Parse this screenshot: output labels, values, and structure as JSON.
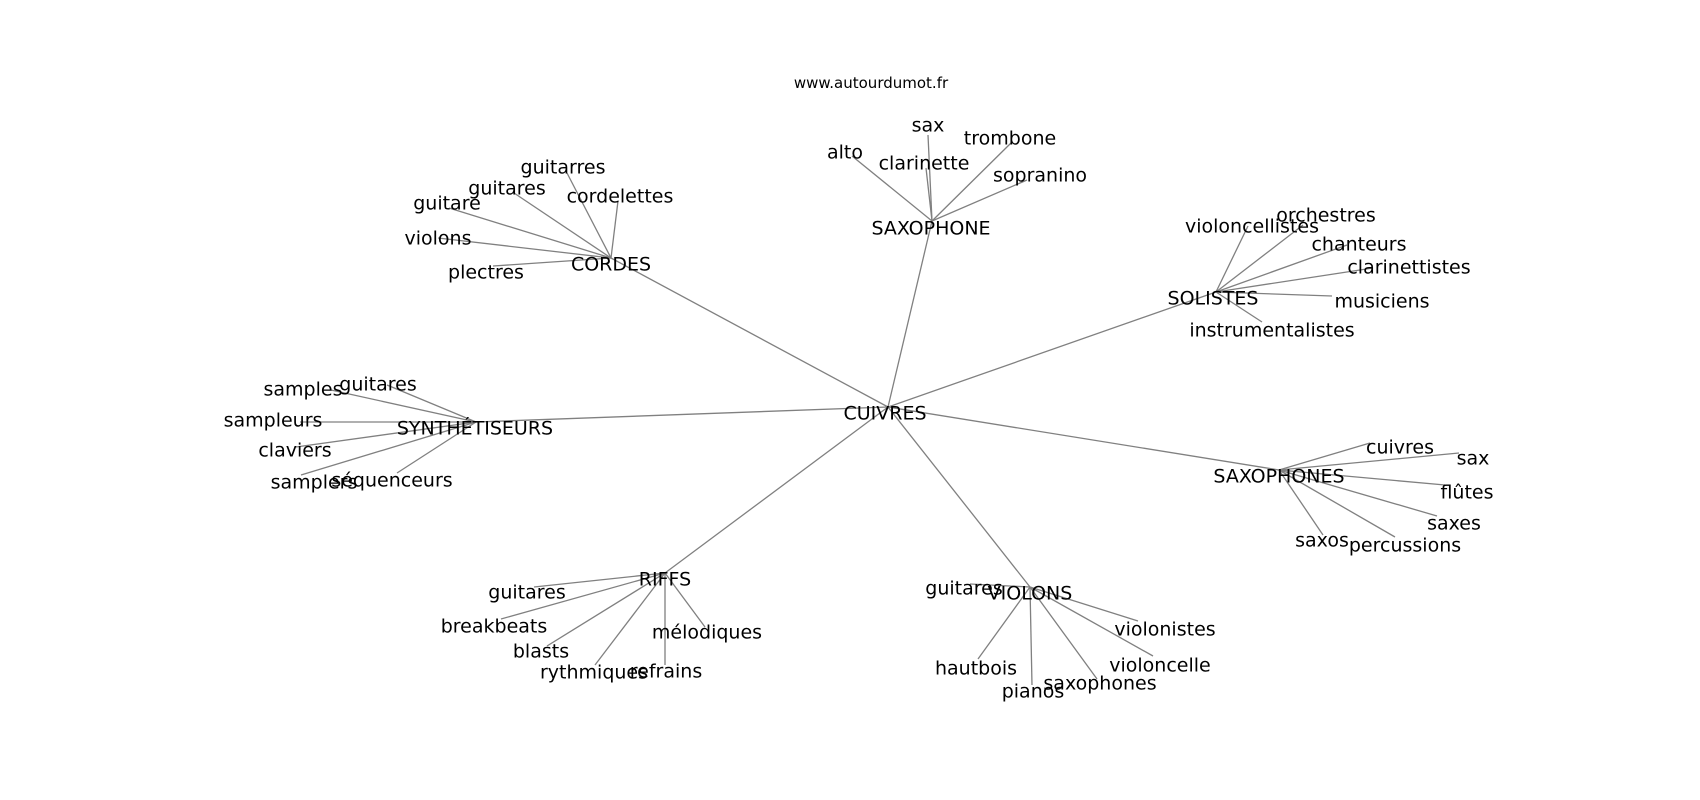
{
  "watermark": "www.autourdumot.fr",
  "colors": {
    "edge": "#808080",
    "text": "#000000",
    "background": "#ffffff"
  },
  "center": "CUIVRES",
  "hubs": [
    {
      "label": "SAXOPHONE",
      "leaves": [
        "sax",
        "alto",
        "clarinette",
        "trombone",
        "sopranino"
      ]
    },
    {
      "label": "CORDES",
      "leaves": [
        "guitarres",
        "guitares",
        "cordelettes",
        "guitare",
        "violons",
        "plectres"
      ]
    },
    {
      "label": "SOLISTES",
      "leaves": [
        "orchestres",
        "violoncellistes",
        "chanteurs",
        "clarinettistes",
        "musiciens",
        "instrumentalistes"
      ]
    },
    {
      "label": "SYNTHÉTISEURS",
      "leaves": [
        "guitares",
        "samples",
        "sampleurs",
        "claviers",
        "samplers",
        "séquenceurs"
      ]
    },
    {
      "label": "SAXOPHONES",
      "leaves": [
        "cuivres",
        "sax",
        "flûtes",
        "saxes",
        "saxos",
        "percussions"
      ]
    },
    {
      "label": "RIFFS",
      "leaves": [
        "guitares",
        "breakbeats",
        "mélodiques",
        "blasts",
        "rythmiques",
        "refrains"
      ]
    },
    {
      "label": "VIOLONS",
      "leaves": [
        "guitares",
        "violonistes",
        "hautbois",
        "violoncelle",
        "saxophones",
        "pianos"
      ]
    }
  ]
}
